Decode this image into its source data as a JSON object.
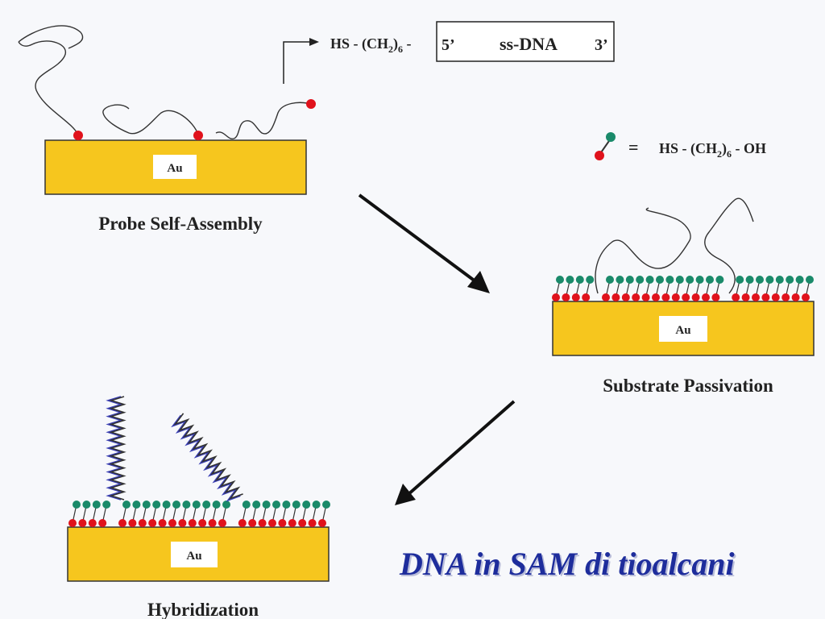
{
  "labels": {
    "au": "Au",
    "probe_self_assembly": "Probe Self-Assembly",
    "substrate_passivation": "Substrate Passivation",
    "hybridization": "Hybridization"
  },
  "formula_ssdna": {
    "hs_prefix": "HS - (CH",
    "sub2": "2",
    "close_paren": ")",
    "sub6": "6",
    "dash": " -",
    "five_prime": "5’",
    "ss_dna": "ss-DNA",
    "three_prime": "3’"
  },
  "formula_mch": {
    "equals": "=",
    "hs_prefix": "HS - (CH",
    "sub2": "2",
    "close_paren": ")",
    "sub6": "6",
    "suffix": " - OH"
  },
  "title": "DNA in SAM di tioalcani",
  "colors": {
    "gold": "#f6c61e",
    "red_thiol": "#e0121c",
    "green_oh": "#1a8a6a",
    "dsdna": "#3a3fb5",
    "title": "#1e2d9c"
  }
}
